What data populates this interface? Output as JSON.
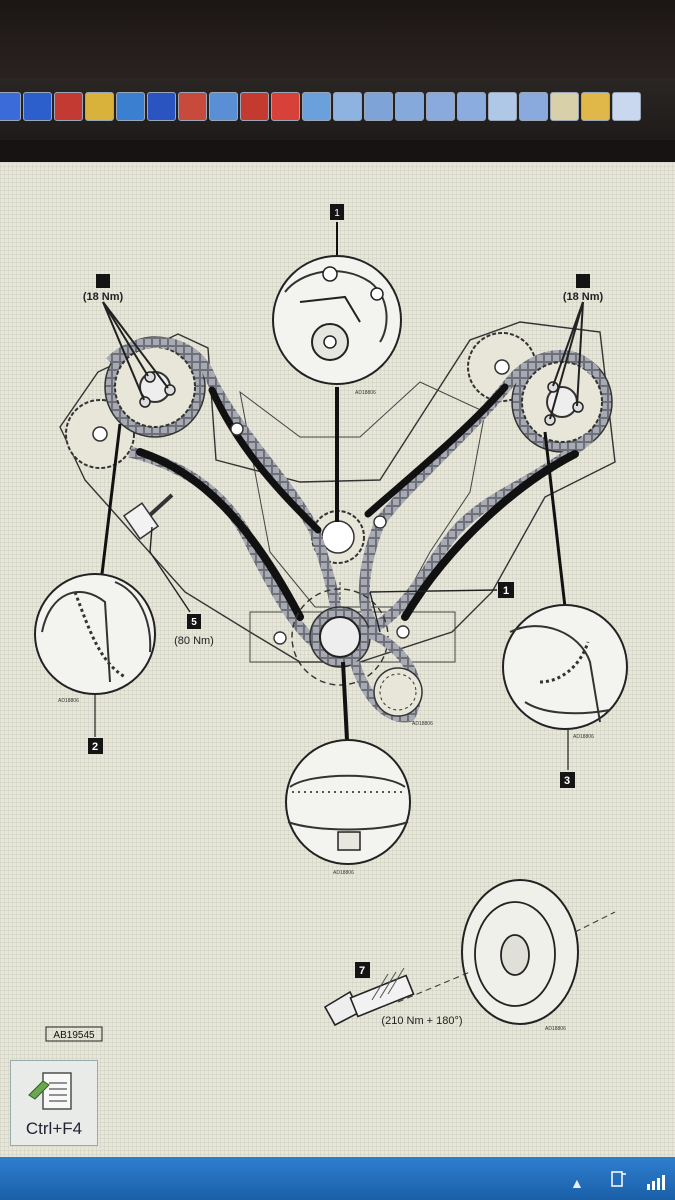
{
  "toolbar": {
    "icons": [
      "toolbar-icon-1",
      "toolbar-icon-2",
      "toolbar-icon-3",
      "toolbar-icon-4",
      "toolbar-icon-5",
      "toolbar-icon-6",
      "toolbar-icon-7",
      "toolbar-icon-8",
      "toolbar-icon-9",
      "toolbar-icon-10",
      "toolbar-icon-11",
      "toolbar-icon-12",
      "toolbar-icon-13",
      "toolbar-icon-14",
      "toolbar-icon-15",
      "toolbar-icon-16",
      "toolbar-icon-17",
      "toolbar-icon-18",
      "toolbar-icon-19",
      "toolbar-icon-20",
      "toolbar-icon-21"
    ],
    "colors": [
      "#3b6bd8",
      "#2c5fcb",
      "#c23a32",
      "#d8b23a",
      "#3a7fd0",
      "#2a55c0",
      "#c84a3a",
      "#5a8fd6",
      "#c43a2e",
      "#d8403a",
      "#6aa0dc",
      "#8fb3e0",
      "#7ea3d6",
      "#86a9dc",
      "#8aa9dc",
      "#8aacde",
      "#b0c8e8",
      "#8aa9dc",
      "#d8d0a8",
      "#e0b84a",
      "#c9d8ee"
    ]
  },
  "diagram": {
    "callouts": {
      "top_center": "1",
      "left_torque": "(18 Nm)",
      "right_torque": "(18 Nm)",
      "right_center": "1",
      "tensioner_num": "5",
      "tensioner_torque": "(80 Nm)",
      "left_detail": "2",
      "right_detail": "3",
      "bolt_num": "7",
      "bolt_torque": "(210 Nm + 180°)",
      "figure_id": "AB19545"
    },
    "detail_ids": {
      "top": "AD18806",
      "left": "AD18806",
      "right": "AD18806",
      "crank": "AD18806",
      "tensioner": "AD18806",
      "pulley": "AD18806"
    }
  },
  "shortcut": {
    "label": "Ctrl+F4"
  }
}
